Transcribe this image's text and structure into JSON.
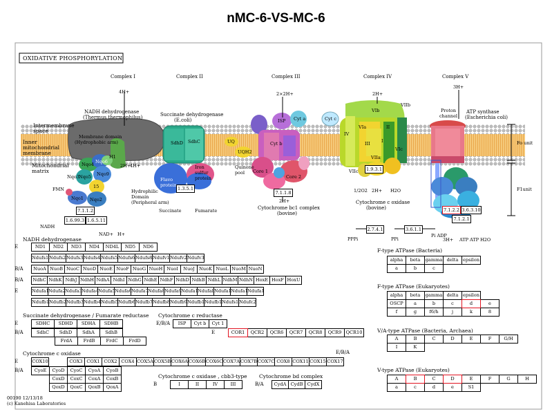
{
  "title": "nMC-6-VS-MC-6",
  "map_title": "OXIDATIVE PHOSPHORYLATION",
  "footer": {
    "code": "00190 12/13/18",
    "copyright": "(c) Kanehisa Laboratories"
  },
  "membrane_labels": {
    "intermembrane": "Intermembrane space",
    "inner": "Inner mitochondrial membrane",
    "matrix": "Mitochondrial matrix"
  },
  "complexes": {
    "c1": {
      "label": "Complex I",
      "name": "NADH dehydrogenase",
      "species": "(Thermus thermophilus)",
      "membrane_domain": "Membrane domain",
      "membrane_sub": "(Hydrophobic arm)",
      "hydrophilic": "Hydrophilic",
      "hydrophilic_sub": "Domain",
      "peripheral": "(Peripheral arm)"
    },
    "c2": {
      "label": "Complex II",
      "name": "Succinate dehydrogenase",
      "species": "(E.coli)",
      "flavo": "Flavo protein",
      "iron": "Iron sulfur protein",
      "quinone": "Quinone pool"
    },
    "c3": {
      "label": "Complex III",
      "name": "Cytochrome bc1 complex",
      "species": "(bovine)"
    },
    "c4": {
      "label": "Complex IV",
      "name": "Cytochrome c oxidase",
      "species": "(bovine)"
    },
    "c5": {
      "label": "Complex V",
      "name": "ATP synthase",
      "species": "(Escherichia coli)",
      "proton": "Proton channel",
      "fo": "Fo unit",
      "f1": "F1unit"
    }
  },
  "protons": {
    "c1_top": "4H+",
    "c1_bot1": "2H+",
    "c1_bot2": "4H+",
    "c3_top": "2×2H+",
    "c3_bot": "2H+",
    "c4_top": "2H+",
    "c4_bot": "2H+",
    "c5_top": "3H+",
    "c5_bot": "3H+"
  },
  "metabolites": {
    "nadh": "NADH",
    "nad": "NAD+",
    "h": "H+",
    "succinate": "Succinate",
    "fumarate": "Fumarate",
    "o2": "1/2O2",
    "h2o": "H2O",
    "ppi": "PPPi",
    "ppi2": "PPi",
    "pi": "Pi",
    "adp": "ADP",
    "atp": "ATP",
    "h2o2": "H2O",
    "atp_h2o": "ATP H2O"
  },
  "ec_numbers": {
    "e7122a": "7.1.1.2",
    "e16993": "1.6.99.3",
    "e16511": "1.6.5.11",
    "e1351": "1.3.5.1",
    "e7118": "7.1.1.8",
    "e1931": "1.9.3.1",
    "e2741": "2.7.4.1",
    "e3611": "3.6.1.1",
    "e7122b": "7.1.2.2",
    "e36310": "3.6.3.10",
    "e7121": "7.1.2.1"
  },
  "c1_subunits": {
    "nqo4": "Nqo4",
    "nqo6": "Nqo6",
    "nqo3": "Nqo3",
    "nqo5": "Nqo5",
    "nqo9": "Nqo9",
    "nqo15": "15",
    "nqo1": "Nqo1",
    "nqo2": "Nqo2",
    "fmn": "FMN",
    "h1": "H1"
  },
  "c2_subunits": {
    "sdhd": "SdhD",
    "sdhc": "SdhC",
    "uq": "UQ",
    "uqh2": "UQH2"
  },
  "c3_subunits": {
    "isp": "ISP",
    "cyta": "Cyt a",
    "cytb": "Cyt b",
    "core1": "Core 1",
    "core2": "Core 2",
    "cytc": "Cyt c"
  },
  "c4_subunits": {
    "via": "VIa",
    "iii": "III",
    "viia": "VIIa",
    "vib": "VIb",
    "viic": "VIIc",
    "vic": "VIc",
    "ii": "II",
    "i": "I",
    "viib": "VIIb",
    "iv": "IV"
  },
  "tables": {
    "nadh": {
      "title": "NADH dehydrogenase",
      "rows": [
        {
          "label": "E",
          "cells": [
            "ND1",
            "ND2",
            "ND3",
            "ND4",
            "ND4L",
            "ND5",
            "ND6"
          ]
        },
        {
          "label": "",
          "cells": [
            "Ndufs1",
            "Ndufs2",
            "Ndufs3",
            "Ndufs4",
            "Ndufs5",
            "Ndufs6",
            "Ndufs8",
            "Ndufv1",
            "Ndufv2",
            "Ndufv3"
          ]
        },
        {
          "label": "B/A",
          "cells": [
            "NuoA",
            "NuoB",
            "NuoC",
            "NuoD",
            "NuoE",
            "NuoF",
            "NuoG",
            "NuoH",
            "NuoI",
            "NuoJ",
            "NuoK",
            "NuoL",
            "NuoM",
            "NuoN"
          ]
        },
        {
          "label": "B/A",
          "cells": [
            "NdhC",
            "NdhK",
            "NdhJ",
            "NdhH",
            "NdhA",
            "NdhI",
            "NdhG",
            "NdhE",
            "NdhF",
            "NdhD",
            "NdhB",
            "NdhL",
            "NdhM",
            "NdhN",
            "HoxE",
            "HoxF",
            "HoxU"
          ]
        },
        {
          "label": "E",
          "cells": [
            "Ndufa1",
            "Ndufa2",
            "Ndufa3",
            "Ndufa4",
            "Ndufa5",
            "Ndufa6",
            "Ndufa7",
            "Ndufa8",
            "Ndufa9",
            "Ndufa10",
            "Ndufab1",
            "Ndufa11",
            "Ndufa12",
            "Ndufa13"
          ]
        },
        {
          "label": "",
          "cells": [
            "Ndufb1",
            "Ndufb2",
            "Ndufb3",
            "Ndufb4",
            "Ndufb5",
            "Ndufb6",
            "Ndufb7",
            "Ndufb8",
            "Ndufb9",
            "Ndufb10",
            "Ndufb11",
            "Ndufs1",
            "Ndufc2"
          ]
        }
      ]
    },
    "sdh": {
      "title": "Succinate dehydrogenase / Fumarate reductase",
      "rows": [
        {
          "label": "E",
          "cells": [
            "SDHC",
            "SDHD",
            "SDHA",
            "SDHB"
          ]
        },
        {
          "label": "B/A",
          "cells": [
            "SdhC",
            "SdhD",
            "SdhA",
            "SdhB"
          ]
        },
        {
          "label": "",
          "cells": [
            "FrdA",
            "FrdB",
            "FrdC",
            "FrdD"
          ]
        }
      ]
    },
    "cytc_red": {
      "title": "Cytochrome c reductase",
      "rows": [
        {
          "label": "E/B/A",
          "cells": [
            "ISP",
            "Cyt b",
            "Cyt 1"
          ]
        },
        {
          "label": "E",
          "cells": [
            "COR1",
            "QCR2",
            "QCR6",
            "QCR7",
            "QCR8",
            "QCR9",
            "QCR10"
          ]
        }
      ]
    },
    "cox": {
      "title": "Cytochrome c oxidase",
      "label_right": "E/B/A",
      "rows": [
        {
          "label": "E",
          "cells": [
            "COX10",
            "COX3",
            "COX1",
            "COX2",
            "COX4",
            "COX5A",
            "COX5B",
            "COX6A",
            "COX6B",
            "COX6C",
            "COX7A",
            "COX7B",
            "COX7C",
            "COX8",
            "COX11",
            "COX15",
            "COX17"
          ]
        },
        {
          "label": "B/A",
          "cells": [
            "CyoE",
            "CyoD",
            "CyoC",
            "CyoA",
            "CyoB"
          ]
        },
        {
          "label": "",
          "cells": [
            "CoxD",
            "CoxC",
            "CoxA",
            "CoxB"
          ]
        },
        {
          "label": "",
          "cells": [
            "QoxD",
            "QoxC",
            "QoxB",
            "QoxA"
          ]
        }
      ]
    },
    "cbb3": {
      "title": "Cytochrome c oxidase , cbb3-type",
      "label": "B",
      "cells": [
        "I",
        "II",
        "IV",
        "III"
      ]
    },
    "bd": {
      "title": "Cytochrome bd complex",
      "label": "B/A",
      "cells": [
        "CydA",
        "CydB",
        "CydX"
      ]
    },
    "fatp_bact": {
      "title": "F-type ATPase (Bacteria)",
      "rows": [
        [
          "alpha",
          "beta",
          "gamma",
          "delta",
          "epsilon"
        ],
        [
          "a",
          "b",
          "c"
        ]
      ]
    },
    "fatp_euk": {
      "title": "F-type ATPase (Eukaryotes)",
      "rows": [
        [
          "alpha",
          "beta",
          "gamma",
          "delta",
          "epsilon"
        ],
        [
          "OSCP",
          "a",
          "b",
          "c",
          "d",
          "e"
        ],
        [
          "f",
          "g",
          "f6/h",
          "j",
          "k",
          "8"
        ]
      ]
    },
    "vatp_bact": {
      "title": "V/A-type ATPase (Bacteria, Archaea)",
      "rows": [
        [
          "A",
          "B",
          "C",
          "D",
          "E",
          "F",
          "G/H"
        ],
        [
          "I",
          "K"
        ]
      ]
    },
    "vatp_euk": {
      "title": "V-type ATPase (Eukaryotes)",
      "rows": [
        [
          "A",
          "B",
          "C",
          "D",
          "E",
          "F",
          "G",
          "H"
        ],
        [
          "a",
          "c",
          "d",
          "e",
          "S1"
        ]
      ]
    }
  },
  "highlight_color": "#e0121f"
}
